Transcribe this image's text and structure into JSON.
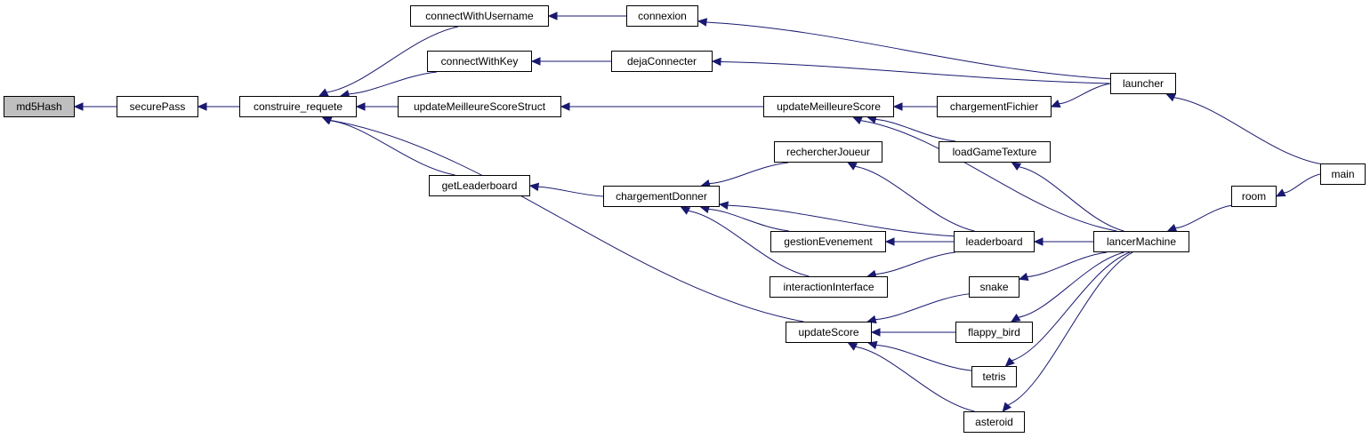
{
  "colors": {
    "edge": "#191970",
    "node_border": "#000000",
    "node_fill": "#ffffff",
    "root_fill": "#bfbfbf"
  },
  "nodes": {
    "md5Hash": "md5Hash",
    "securePass": "securePass",
    "construire_requete": "construire_requete",
    "connectWithUsername": "connectWithUsername",
    "connectWithKey": "connectWithKey",
    "updateMeilleureScoreStruct": "updateMeilleureScoreStruct",
    "getLeaderboard": "getLeaderboard",
    "connexion": "connexion",
    "dejaConnecter": "dejaConnecter",
    "updateMeilleureScore": "updateMeilleureScore",
    "chargementDonner": "chargementDonner",
    "rechercherJoueur": "rechercherJoueur",
    "gestionEvenement": "gestionEvenement",
    "interactionInterface": "interactionInterface",
    "updateScore": "updateScore",
    "chargementFichier": "chargementFichier",
    "loadGameTexture": "loadGameTexture",
    "leaderboard": "leaderboard",
    "snake": "snake",
    "flappy_bird": "flappy_bird",
    "tetris": "tetris",
    "asteroid": "asteroid",
    "launcher": "launcher",
    "lancerMachine": "lancerMachine",
    "room": "room",
    "main": "main"
  },
  "edges": [
    {
      "from": "securePass",
      "to": "md5Hash"
    },
    {
      "from": "construire_requete",
      "to": "securePass"
    },
    {
      "from": "connectWithUsername",
      "to": "construire_requete"
    },
    {
      "from": "connectWithKey",
      "to": "construire_requete"
    },
    {
      "from": "updateMeilleureScoreStruct",
      "to": "construire_requete"
    },
    {
      "from": "getLeaderboard",
      "to": "construire_requete"
    },
    {
      "from": "updateScore",
      "to": "construire_requete"
    },
    {
      "from": "connexion",
      "to": "connectWithUsername"
    },
    {
      "from": "dejaConnecter",
      "to": "connectWithKey"
    },
    {
      "from": "updateMeilleureScore",
      "to": "updateMeilleureScoreStruct"
    },
    {
      "from": "chargementDonner",
      "to": "getLeaderboard"
    },
    {
      "from": "launcher",
      "to": "connexion"
    },
    {
      "from": "launcher",
      "to": "dejaConnecter"
    },
    {
      "from": "chargementFichier",
      "to": "updateMeilleureScore"
    },
    {
      "from": "loadGameTexture",
      "to": "updateMeilleureScore"
    },
    {
      "from": "lancerMachine",
      "to": "updateMeilleureScore"
    },
    {
      "from": "rechercherJoueur",
      "to": "chargementDonner"
    },
    {
      "from": "gestionEvenement",
      "to": "chargementDonner"
    },
    {
      "from": "interactionInterface",
      "to": "chargementDonner"
    },
    {
      "from": "leaderboard",
      "to": "chargementDonner"
    },
    {
      "from": "leaderboard",
      "to": "rechercherJoueur"
    },
    {
      "from": "leaderboard",
      "to": "gestionEvenement"
    },
    {
      "from": "leaderboard",
      "to": "interactionInterface"
    },
    {
      "from": "snake",
      "to": "updateScore"
    },
    {
      "from": "flappy_bird",
      "to": "updateScore"
    },
    {
      "from": "tetris",
      "to": "updateScore"
    },
    {
      "from": "asteroid",
      "to": "updateScore"
    },
    {
      "from": "launcher",
      "to": "chargementFichier"
    },
    {
      "from": "lancerMachine",
      "to": "loadGameTexture"
    },
    {
      "from": "lancerMachine",
      "to": "leaderboard"
    },
    {
      "from": "lancerMachine",
      "to": "snake"
    },
    {
      "from": "lancerMachine",
      "to": "flappy_bird"
    },
    {
      "from": "lancerMachine",
      "to": "tetris"
    },
    {
      "from": "lancerMachine",
      "to": "asteroid"
    },
    {
      "from": "main",
      "to": "launcher"
    },
    {
      "from": "room",
      "to": "lancerMachine"
    },
    {
      "from": "main",
      "to": "room"
    }
  ]
}
